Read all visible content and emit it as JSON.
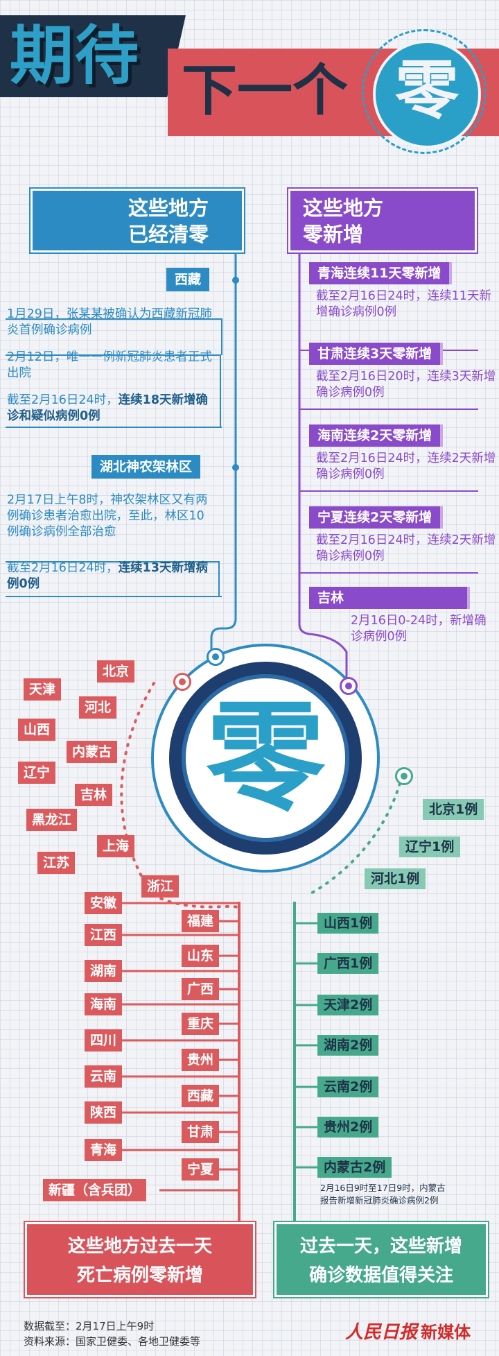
{
  "title": {
    "part1": "期待",
    "part2": "下一个",
    "highlight": "零"
  },
  "left_panel": {
    "header": [
      "这些地方",
      "已经清零"
    ],
    "regions": [
      {
        "name": "西藏",
        "events": [
          {
            "text": "1月29日，张某某被确认为西藏新冠肺炎首例确诊病例"
          },
          {
            "text": "2月12日，唯一一例新冠肺炎患者正式出院"
          },
          {
            "text": "截至2月16日24时，",
            "bold": "连续18天新增确诊和疑似病例0例"
          }
        ]
      },
      {
        "name": "湖北神农架林区",
        "events": [
          {
            "text": "2月17日上午8时，神农架林区又有两例确诊患者治愈出院，至此，林区10例确诊病例全部治愈"
          },
          {
            "text": "截至2月16日24时，",
            "bold": "连续13天新增病例0例"
          }
        ]
      }
    ]
  },
  "right_panel": {
    "header": [
      "这些地方",
      "零新增"
    ],
    "items": [
      {
        "tag": "青海连续11天零新增",
        "text": "截至2月16日24时，连续11天新增确诊病例0例"
      },
      {
        "tag": "甘肃连续3天零新增",
        "text": "截至2月16日20时，连续3天新增确诊病例0例"
      },
      {
        "tag": "海南连续2天零新增",
        "text": "截至2月16日24时，连续2天新增确诊病例0例"
      },
      {
        "tag": "宁夏连续2天零新增",
        "text": "截至2月16日24时，连续2天新增确诊病例0例"
      },
      {
        "tag": "吉林",
        "text": "2月16日0-24时，新增确诊病例0例"
      }
    ]
  },
  "center": {
    "char": "零"
  },
  "zero_deaths": {
    "regions": [
      "北京",
      "天津",
      "河北",
      "山西",
      "内蒙古",
      "辽宁",
      "吉林",
      "黑龙江",
      "上海",
      "江苏",
      "浙江",
      "安徽",
      "福建",
      "江西",
      "山东",
      "湖南",
      "广西",
      "海南",
      "重庆",
      "四川",
      "贵州",
      "云南",
      "西藏",
      "陕西",
      "甘肃",
      "青海",
      "宁夏",
      "新疆（含兵团）"
    ],
    "caption": [
      "这些地方过去一天",
      "死亡病例零新增"
    ]
  },
  "new_cases": {
    "items": [
      "北京1例",
      "辽宁1例",
      "河北1例",
      "山西1例",
      "广西1例",
      "天津2例",
      "湖南2例",
      "云南2例",
      "贵州2例",
      "内蒙古2例"
    ],
    "note": [
      "2月16日9时至17日9时，内蒙古",
      "报告新增新冠肺炎确诊病例2例"
    ],
    "caption": [
      "过去一天，这些新增",
      "确诊数据值得关注"
    ]
  },
  "footer": {
    "data_label": "数据截至：",
    "data_value": "2月17日上午9时",
    "source_label": "资料来源：",
    "source_value": "国家卫健委、各地卫健委等",
    "brand_main": "人民日报",
    "brand_sub": "新媒体"
  },
  "colors": {
    "blue": "#2c8bc2",
    "purple": "#8a4bcb",
    "red": "#db5a5d",
    "green": "#46a98c",
    "navy": "#1f3147"
  }
}
